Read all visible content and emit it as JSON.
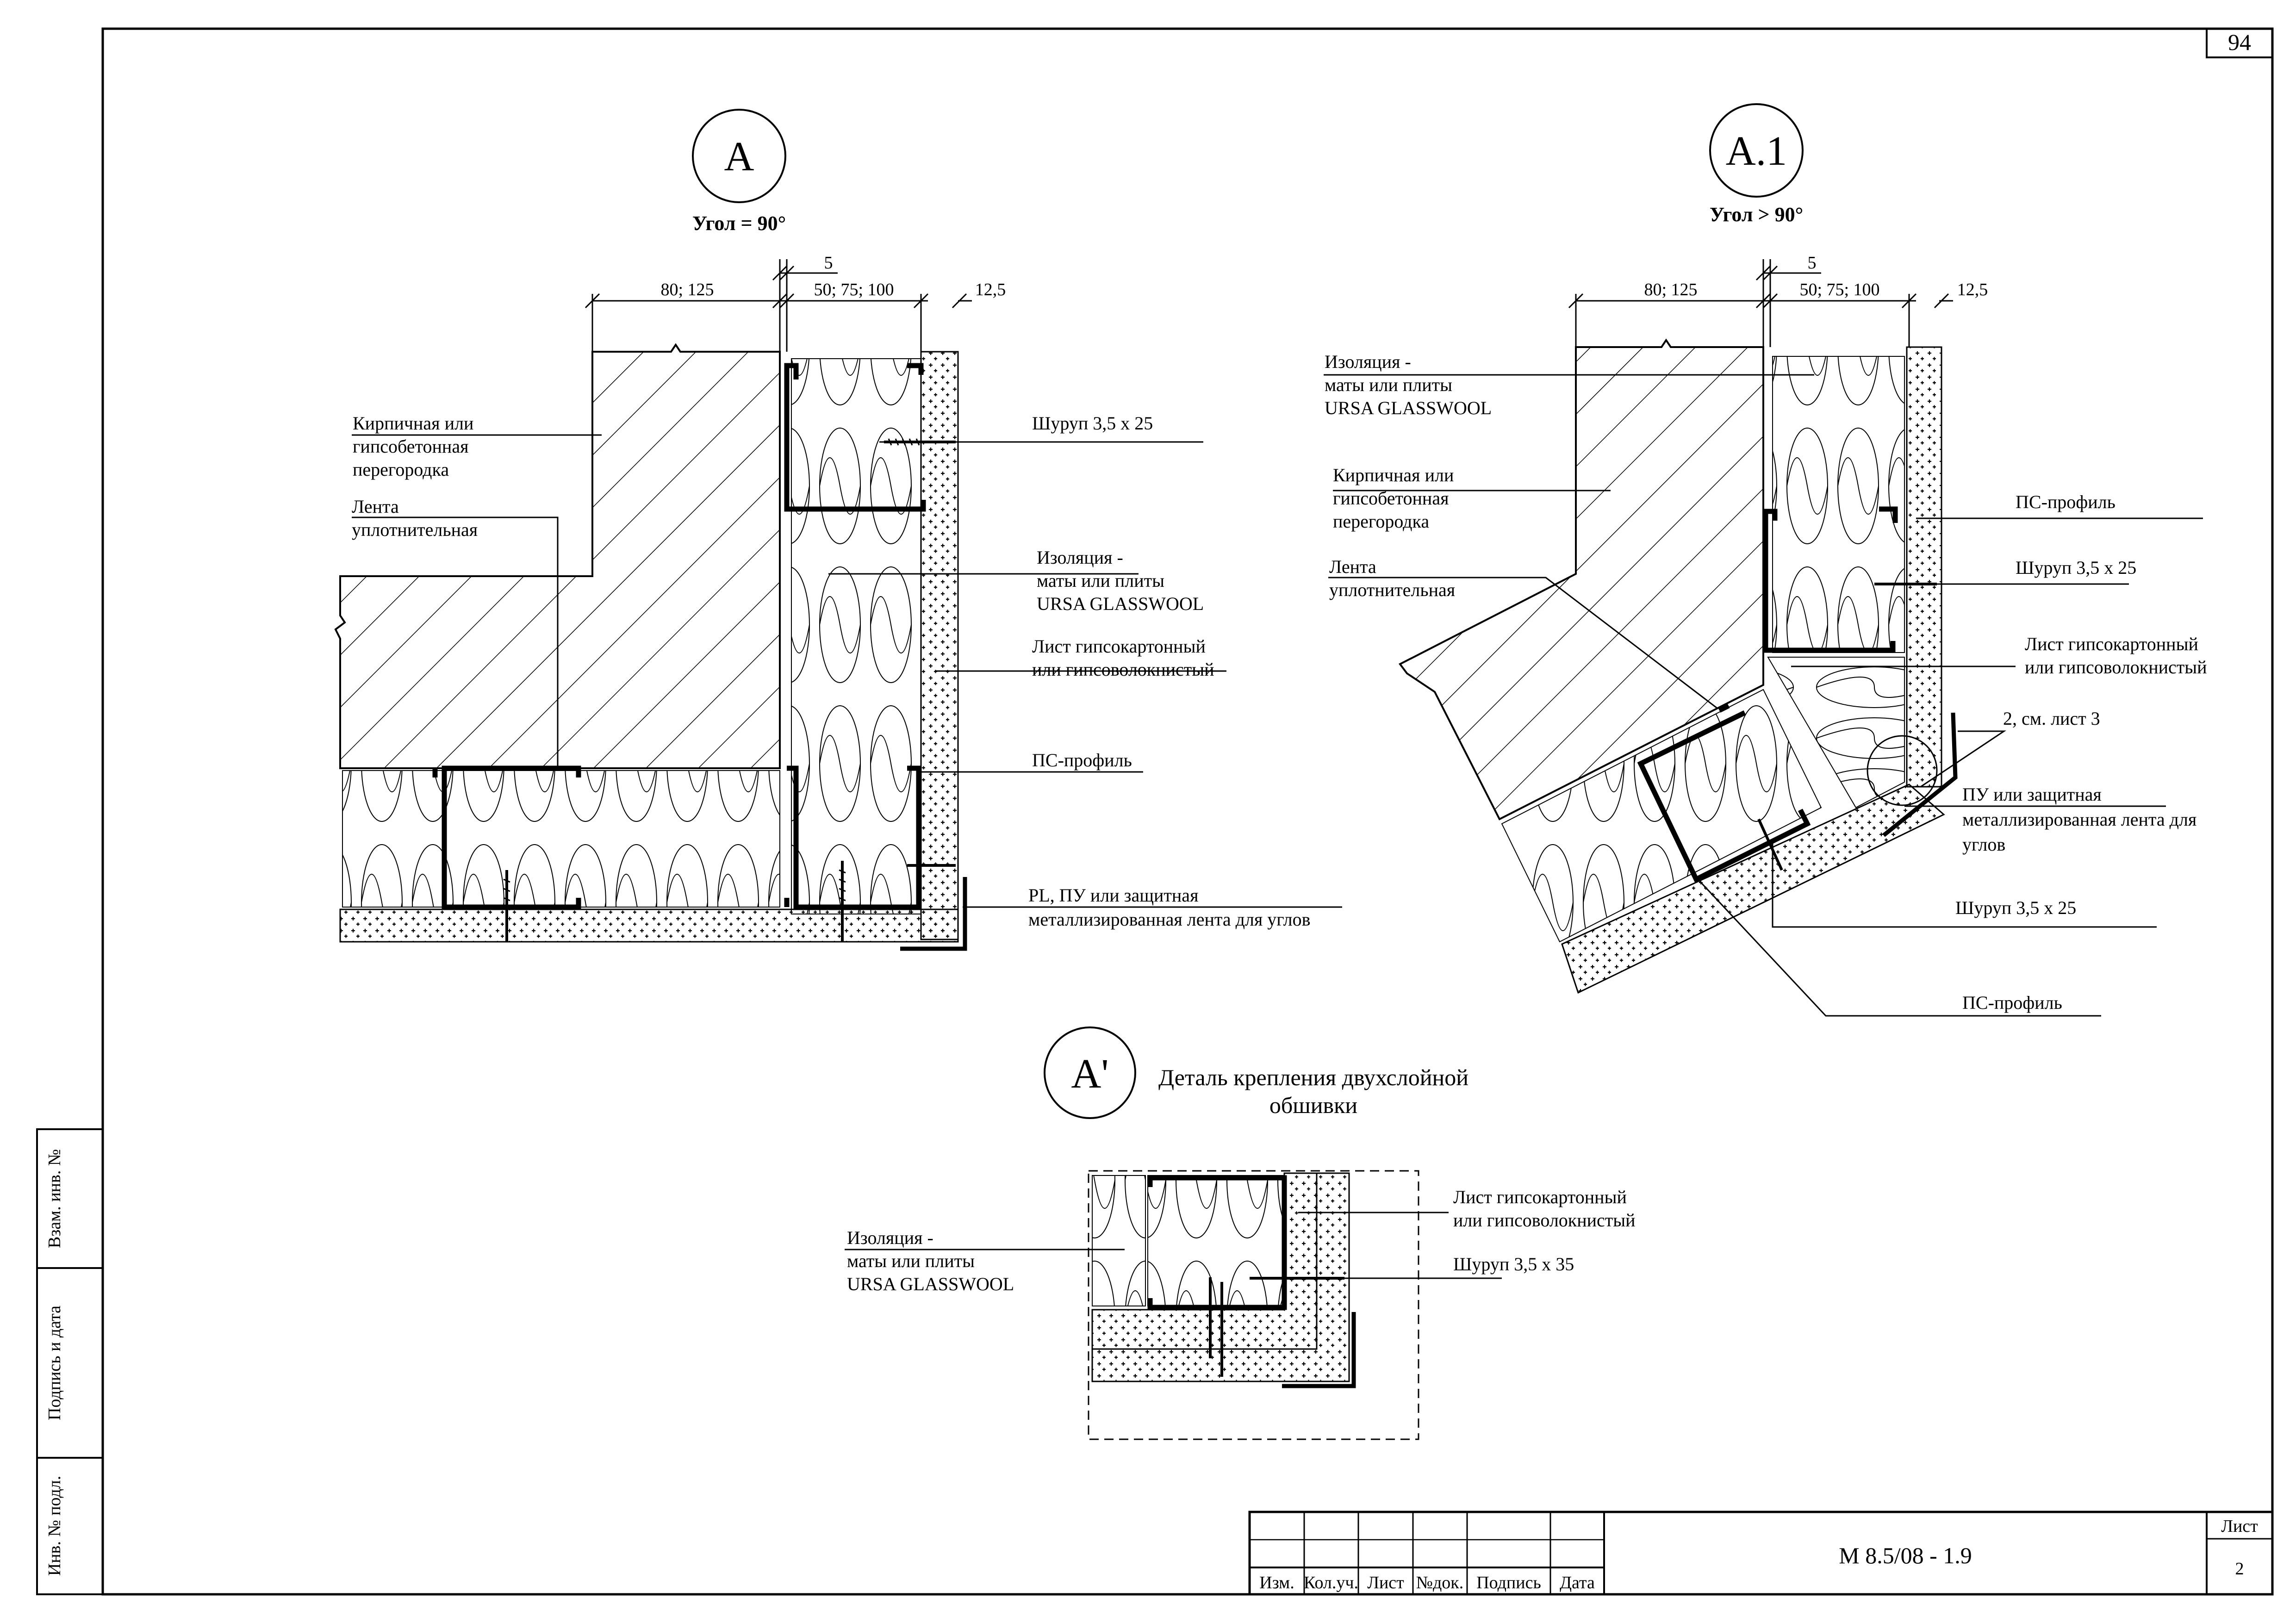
{
  "sheet": {
    "number": "94",
    "code": "М 8.5/08 - 1.9",
    "sheet_label": "Лист",
    "sheet_no": "2"
  },
  "title_block": {
    "columns": [
      "Изм.",
      "Кол.уч.",
      "Лист",
      "№док.",
      "Подпись",
      "Дата"
    ]
  },
  "side_stamp": {
    "f1": "Взам. инв. №",
    "f2": "Подпись и дата",
    "f3": "Инв. № подл."
  },
  "detail_a": {
    "mark": "А",
    "subtitle": "Угол = 90°",
    "dims": [
      "80; 125",
      "5",
      "50; 75; 100",
      "12,5"
    ],
    "labels": {
      "brick": [
        "Кирпичная или",
        "гипсобетонная",
        "перегородка"
      ],
      "tape": [
        "Лента",
        "уплотнительная"
      ],
      "screw": "Шуруп 3,5 х 25",
      "insulation": [
        "Изоляция -",
        "маты или плиты",
        "URSA GLASSWOOL"
      ],
      "sheet": [
        "Лист гипсокартонный",
        "или гипсоволокнистый"
      ],
      "profile": "ПС-профиль",
      "corner": [
        "PL, ПУ или защитная",
        "металлизированная лента для углов"
      ]
    }
  },
  "detail_a1": {
    "mark": "А.1",
    "subtitle": "Угол > 90°",
    "dims": [
      "80; 125",
      "5",
      "50; 75; 100",
      "12,5"
    ],
    "labels": {
      "insulation": [
        "Изоляция -",
        "маты или плиты",
        "URSA GLASSWOOL"
      ],
      "brick": [
        "Кирпичная или",
        "гипсобетонная",
        "перегородка"
      ],
      "tape": [
        "Лента",
        "уплотнительная"
      ],
      "profile_top": "ПС-профиль",
      "screw_top": "Шуруп 3,5 х 25",
      "sheet": [
        "Лист гипсокартонный",
        "или гипсоволокнистый"
      ],
      "ref": "2, см. лист 3",
      "corner": [
        "ПУ или защитная",
        "металлизированная лента для",
        "углов"
      ],
      "screw_bottom": "Шуруп 3,5 х 25",
      "profile_bottom": "ПС-профиль"
    }
  },
  "detail_a2": {
    "mark": "А'",
    "title": [
      "Деталь крепления двухслойной",
      "обшивки"
    ],
    "labels": {
      "sheet": [
        "Лист гипсокартонный",
        "или гипсоволокнистый"
      ],
      "screw": "Шуруп 3,5 х 35",
      "insulation": [
        "Изоляция -",
        "маты или плиты",
        "URSA GLASSWOOL"
      ]
    }
  }
}
